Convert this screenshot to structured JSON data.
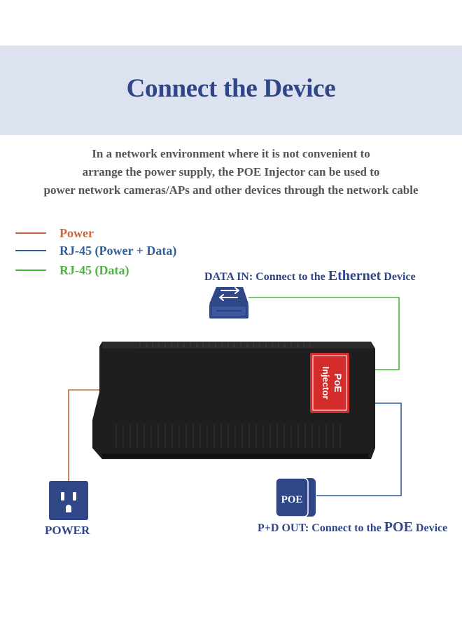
{
  "header": {
    "title": "Connect the Device"
  },
  "intro": {
    "lines": [
      "In a network environment where it is not convenient to",
      "arrange the power supply, the POE Injector can be used to",
      "power network cameras/APs and other devices through the network cable"
    ]
  },
  "legend": [
    {
      "label": "Power",
      "color": "#c8683a"
    },
    {
      "label": "RJ-45 (Power + Data)",
      "color": "#2f5f9a"
    },
    {
      "label": "RJ-45 (Data)",
      "color": "#4ab53c"
    }
  ],
  "data_in": {
    "prefix": "DATA IN: Connect to the ",
    "big": "Ethernet",
    "suffix": " Device"
  },
  "injector": {
    "label_top": "PoE",
    "label_bottom": "Injector",
    "label_color": "#d42b2b"
  },
  "poe_port": {
    "icon_text": "POE"
  },
  "pd_out": {
    "prefix": "P+D OUT: Connect to the ",
    "big": "POE",
    "suffix": " Device"
  },
  "power": {
    "label": "POWER"
  },
  "colors": {
    "accent": "#2f4687",
    "device_body": "#1e1e1e",
    "banner": "#dde2f0"
  }
}
